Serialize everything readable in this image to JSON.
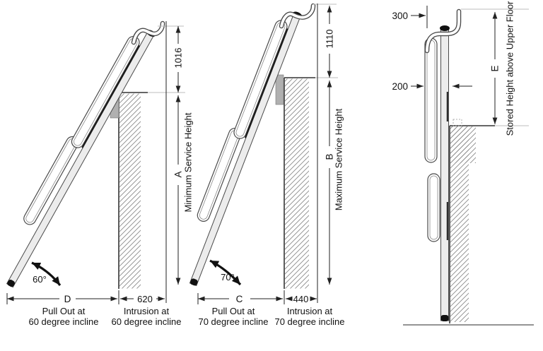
{
  "colors": {
    "background": "#ffffff",
    "line": "#333333",
    "dimension_line": "#222222",
    "light_guide_line": "#bdbdbd",
    "hatch": "#8a8a8a",
    "bracket_fill": "#b0b0b0",
    "beam_fill": "#ececec",
    "black_parts": "#111111"
  },
  "views": {
    "incline_60": {
      "height_above_floor": "1016",
      "service_height_letter": "A",
      "service_height_caption": "Minimum Service Height",
      "angle": "60°",
      "pull_out_letter": "D",
      "intrusion_value": "620",
      "pull_out_caption": [
        "Pull Out at",
        "60 degree incline"
      ],
      "intrusion_caption": [
        "Intrusion at",
        "60 degree incline"
      ]
    },
    "incline_70": {
      "height_above_floor": "1110",
      "service_height_letter": "B",
      "service_height_caption": "Maximum Service Height",
      "angle": "70°",
      "pull_out_letter": "C",
      "intrusion_value": "440",
      "pull_out_caption": [
        "Pull Out at",
        "70 degree incline"
      ],
      "intrusion_caption": [
        "Intrusion at",
        "70 degree incline"
      ]
    },
    "stored": {
      "top_offset": "300",
      "depth": "200",
      "stored_height_letter": "E",
      "stored_height_caption": "Stored Height above Upper Floor"
    }
  }
}
